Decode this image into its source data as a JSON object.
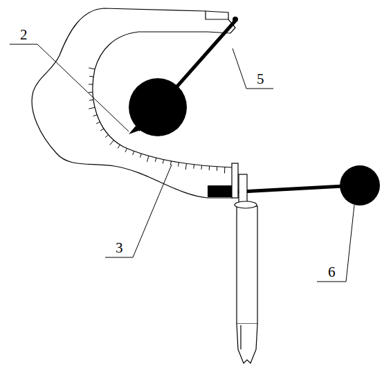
{
  "diagram": {
    "labels": [
      "2",
      "5",
      "3",
      "6"
    ]
  }
}
